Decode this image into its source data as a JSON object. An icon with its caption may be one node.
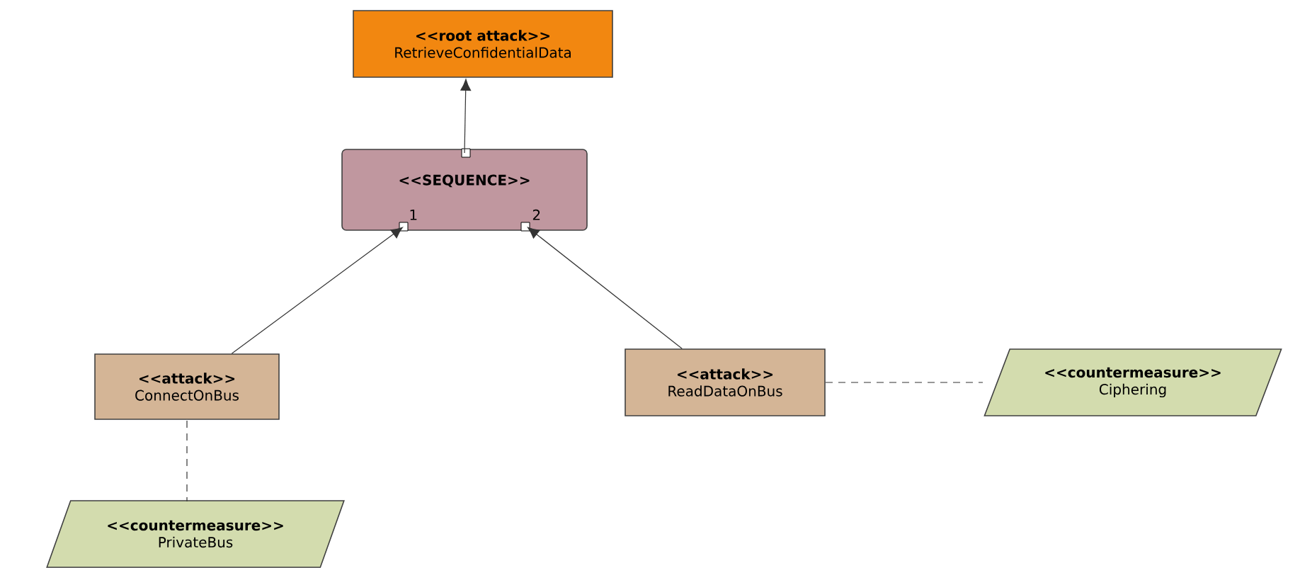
{
  "diagram": {
    "nodes": [
      {
        "text": [
          "<<root attack>>",
          "RetrieveConfidentialData"
        ]
      },
      {
        "text": [
          "<<SEQUENCE>>"
        ]
      },
      {
        "text": [
          "<<attack>>",
          "ConnectOnBus"
        ]
      },
      {
        "text": [
          "<<attack>>",
          "ReadDataOnBus"
        ]
      },
      {
        "text": [
          "<<countermeasure>>",
          "Ciphering"
        ]
      },
      {
        "text": [
          "<<countermeasure>>",
          "PrivateBus"
        ]
      }
    ],
    "edges": [
      {
        "from": 1,
        "to": 0,
        "arrow": "to"
      },
      {
        "from": 2,
        "to": 1,
        "arrow": "to",
        "label": "1"
      },
      {
        "from": 3,
        "to": 1,
        "arrow": "to",
        "label": "2"
      },
      {
        "from": 3,
        "to": 4,
        "arrow": "none",
        "style": "dashed"
      },
      {
        "from": 2,
        "to": 5,
        "arrow": "none",
        "style": "dashed"
      }
    ]
  }
}
